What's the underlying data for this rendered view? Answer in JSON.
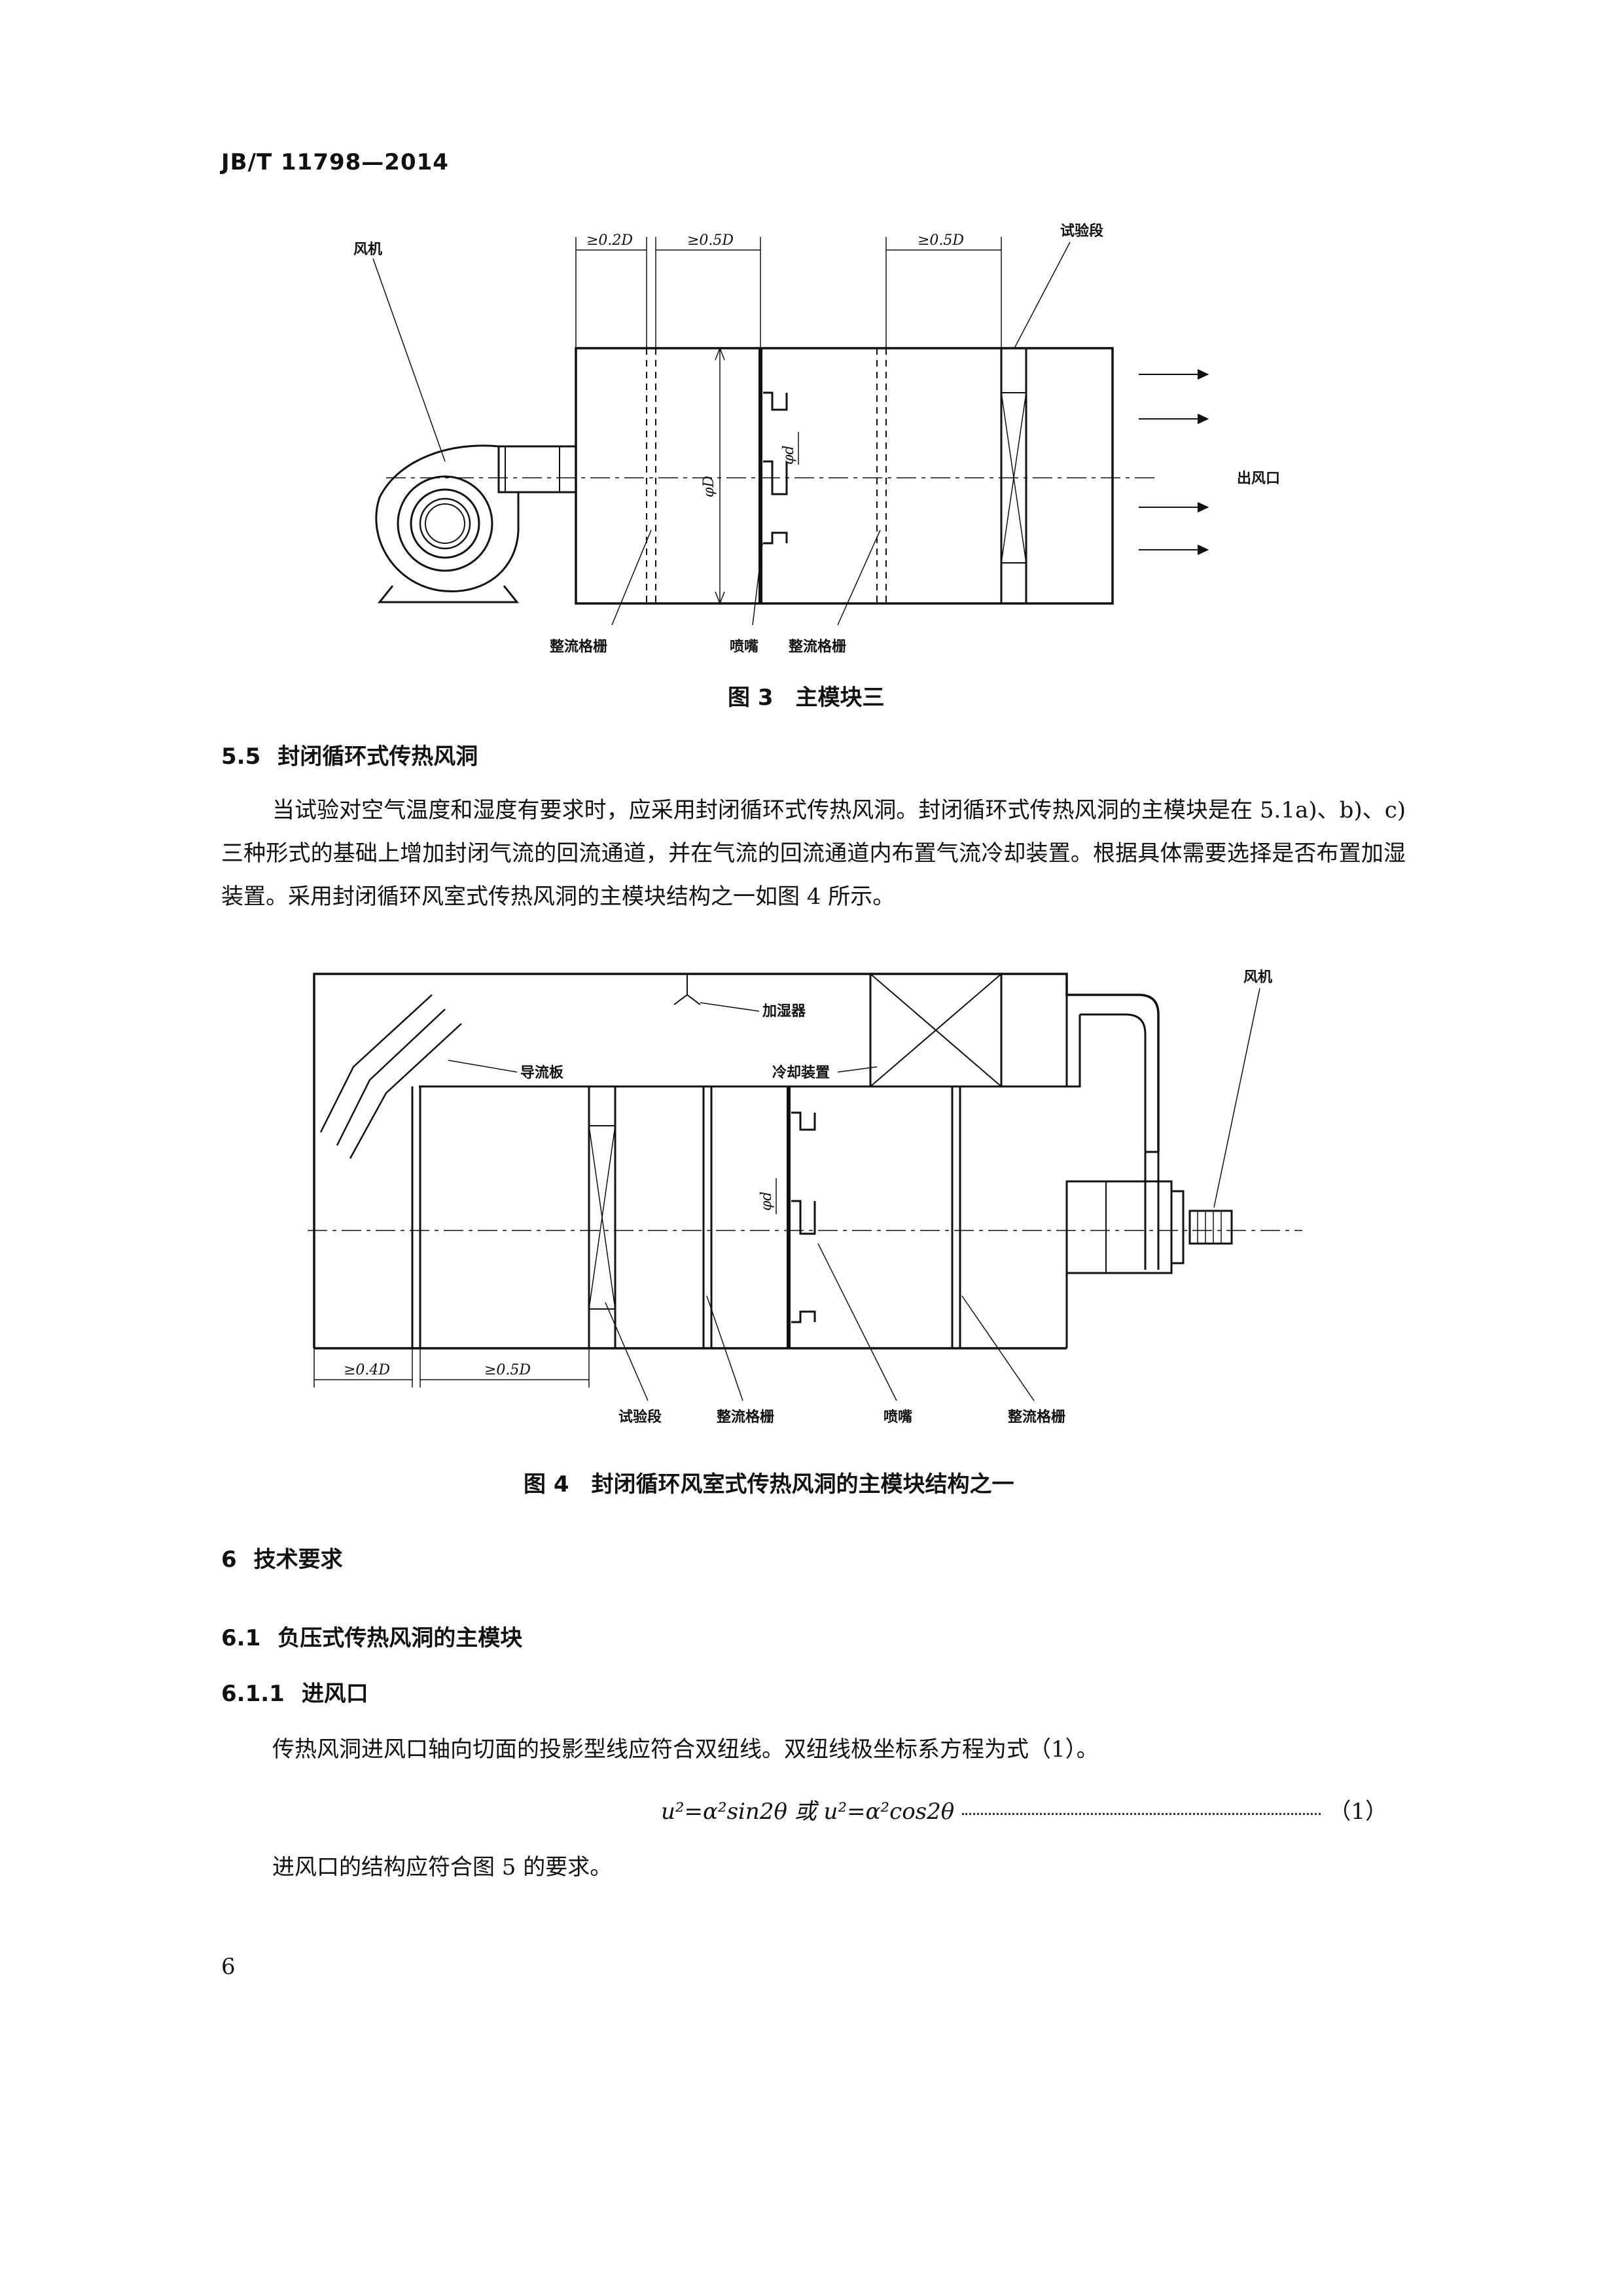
{
  "header": {
    "doc_id": "JB/T 11798—2014"
  },
  "figure3": {
    "labels": {
      "fan": "风机",
      "test_section": "试验段",
      "outlet": "出风口",
      "straightener_left": "整流格栅",
      "nozzle": "喷嘴",
      "straightener_right": "整流格栅"
    },
    "dims": {
      "d1": "≥0.2D",
      "d2": "≥0.5D",
      "d3": "≥0.5D",
      "big_d": "φD",
      "small_d": "φd"
    },
    "caption": "图 3　主模块三"
  },
  "section_5_5": {
    "number": "5.5",
    "title": "封闭循环式传热风洞",
    "paragraph": "当试验对空气温度和湿度有要求时，应采用封闭循环式传热风洞。封闭循环式传热风洞的主模块是在 5.1a)、b)、c) 三种形式的基础上增加封闭气流的回流通道，并在气流的回流通道内布置气流冷却装置。根据具体需要选择是否布置加湿装置。采用封闭循环风室式传热风洞的主模块结构之一如图 4 所示。"
  },
  "figure4": {
    "labels": {
      "fan": "风机",
      "humidifier": "加湿器",
      "guide_vane": "导流板",
      "cooler": "冷却装置",
      "test_section": "试验段",
      "straightener_1": "整流格栅",
      "nozzle": "喷嘴",
      "straightener_2": "整流格栅"
    },
    "dims": {
      "d1": "≥0.4D",
      "d2": "≥0.5D",
      "small_d": "φd"
    },
    "caption": "图 4　封闭循环风室式传热风洞的主模块结构之一"
  },
  "section_6": {
    "number": "6",
    "title": "技术要求"
  },
  "section_6_1": {
    "number": "6.1",
    "title": "负压式传热风洞的主模块"
  },
  "section_6_1_1": {
    "number": "6.1.1",
    "title": "进风口",
    "text1": "传热风洞进风口轴向切面的投影型线应符合双纽线。双纽线极坐标系方程为式（1）。",
    "equation": "u²=α²sin2θ 或 u²=α²cos2θ",
    "equation_no": "（1）",
    "text2": "进风口的结构应符合图 5 的要求。"
  },
  "page_number": "6"
}
